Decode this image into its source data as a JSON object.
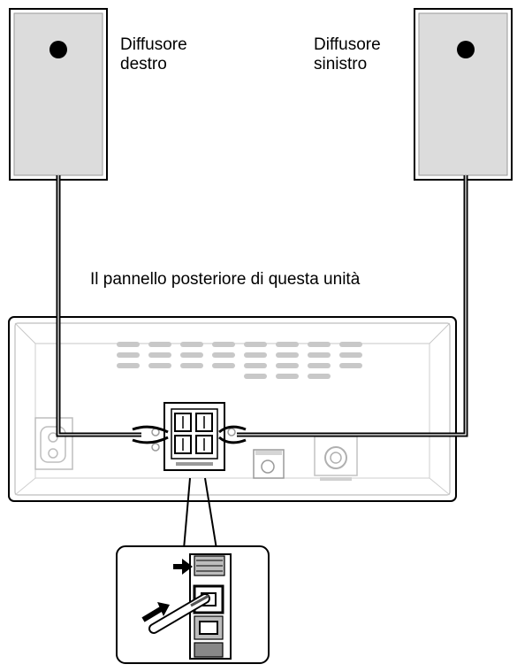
{
  "labels": {
    "right_speaker": [
      "Diffusore",
      "destro"
    ],
    "left_speaker": [
      "Diffusore",
      "sinistro"
    ],
    "rear_panel": "Il pannello posteriore di questa unità"
  },
  "icons": {
    "speaker": "speaker-box-icon",
    "arrow": "push-arrow-icon",
    "connector": "speaker-terminal-icon"
  },
  "colors": {
    "line": "#000000",
    "speaker_face": "#dcdcdc",
    "speaker_frame": "#b8b8b8",
    "panel": "#ffffff"
  }
}
